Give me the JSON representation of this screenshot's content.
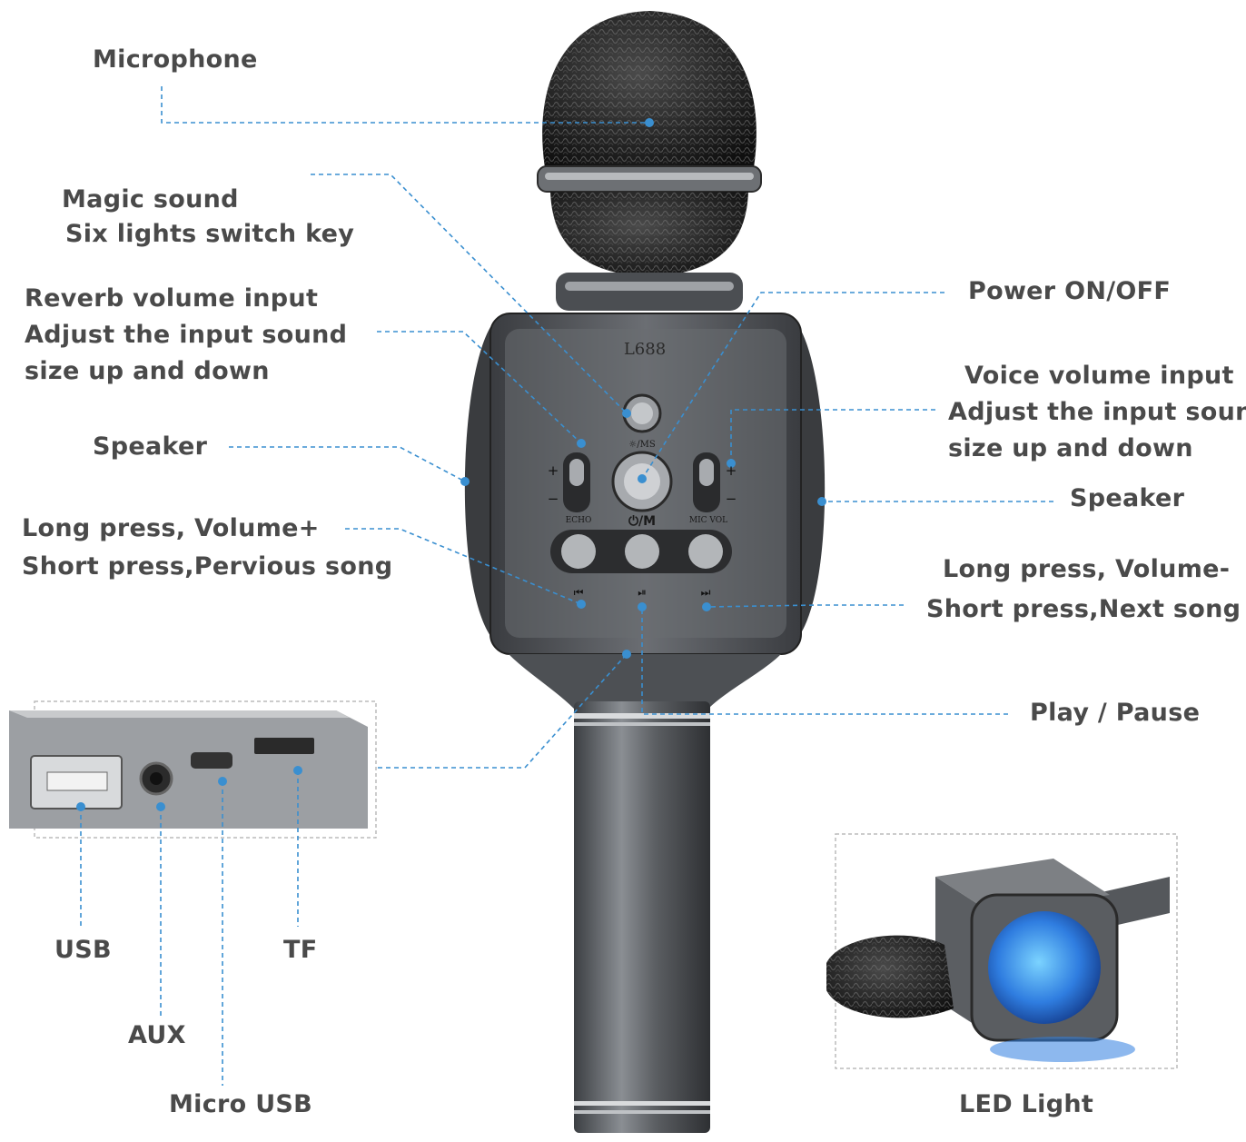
{
  "labels": {
    "microphone": "Microphone",
    "magic_sound_1": "Magic sound",
    "magic_sound_2": "Six lights switch key",
    "reverb_1": "Reverb volume input",
    "reverb_2": "Adjust the input sound",
    "reverb_3": "size up and down",
    "speaker_left": "Speaker",
    "long_press_up_1": "Long press, Volume+",
    "long_press_up_2": "Short press,Pervious song",
    "power": "Power ON/OFF",
    "voice_1": "Voice volume input",
    "voice_2": "Adjust the input sound",
    "voice_3": "size up and down",
    "speaker_right": "Speaker",
    "long_press_down_1": "Long press, Volume-",
    "long_press_down_2": "Short press,Next song",
    "play_pause": "Play / Pause",
    "usb": "USB",
    "aux": "AUX",
    "micro_usb": "Micro USB",
    "tf": "TF",
    "led_light": "LED Light"
  },
  "device": {
    "model_text": "L688",
    "echo_label": "ECHO",
    "mic_vol_label": "MIC VOL",
    "ms_label": "☼/MS",
    "power_label": "⏻/M",
    "plus": "+",
    "minus": "−",
    "prev_icon": "⏮",
    "play_icon": "⏯",
    "next_icon": "⏭"
  },
  "colors": {
    "label_text": "#4a4a4a",
    "leader_line": "#3a8fd0",
    "body_gray": "#5c5f63",
    "led_blue": "#2f7de0"
  }
}
